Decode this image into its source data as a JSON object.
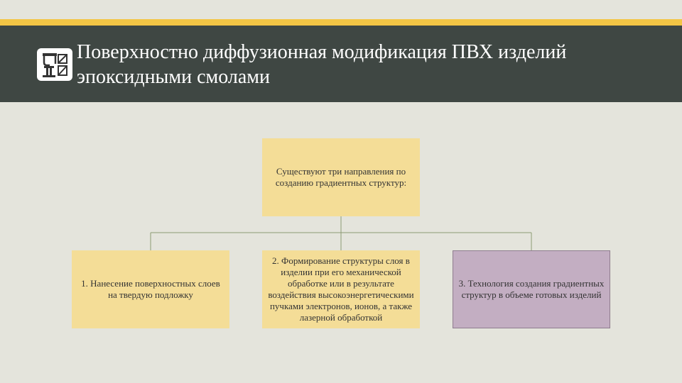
{
  "slide": {
    "title": "Поверхностно диффузионная модификация ПВХ изделий эпоксидными смолами"
  },
  "diagram": {
    "root": "Существуют три направления по созданию градиентных структур:",
    "children": [
      "1. Нанесение поверхностных слоев на твердую подложку",
      "2. Формирование структуры слоя в изделии при его механической обработке или в результате воздействия высокоэнергетическими пучками электронов, ионов, а также лазерной обработкой",
      "3. Технология создания градиентных структур в объеме готовых изделий"
    ]
  },
  "colors": {
    "accent_stripe": "#f3c545",
    "title_bar": "#3f4743",
    "node_fill": "#f4dd97",
    "node_highlight_fill": "#c3aec2",
    "connector": "#8d9b73"
  }
}
